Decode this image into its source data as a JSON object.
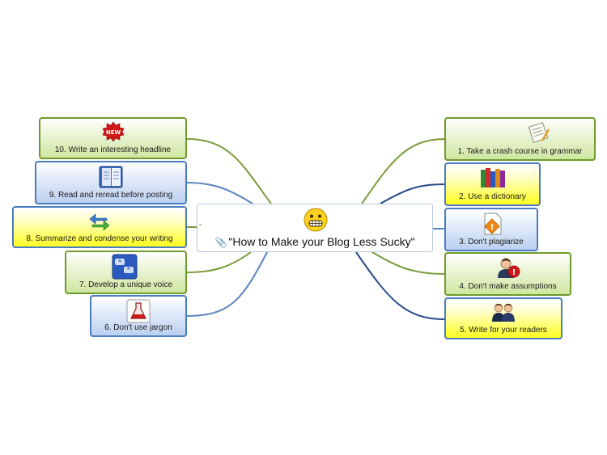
{
  "central": {
    "title": "\"How to Make your Blog Less Sucky\"",
    "icon": "grinning-face-icon",
    "attachment_icon": "paperclip-icon",
    "collapse_marker": "-"
  },
  "topics": [
    {
      "label": "1. Take a crash course in grammar",
      "icon": "notepad-icon",
      "color": "green"
    },
    {
      "label": "2. Use a dictionary",
      "icon": "books-icon",
      "color": "yellow"
    },
    {
      "label": "3. Don't plagiarize",
      "icon": "warning-document-icon",
      "color": "blue"
    },
    {
      "label": "4. Don't make assumptions",
      "icon": "user-alert-icon",
      "color": "green"
    },
    {
      "label": "5. Write for your readers",
      "icon": "users-icon",
      "color": "yellow"
    },
    {
      "label": "6. Don't use jargon",
      "icon": "flask-icon",
      "color": "blue"
    },
    {
      "label": "7. Develop a unique voice",
      "icon": "speech-bubbles-icon",
      "color": "green"
    },
    {
      "label": "8. Summarize and condense your writing",
      "icon": "refresh-arrows-icon",
      "color": "yellow"
    },
    {
      "label": "9. Read and reread before posting",
      "icon": "book-icon",
      "color": "blue"
    },
    {
      "label": "10. Write an interesting headline",
      "icon": "new-badge-icon",
      "color": "green"
    }
  ],
  "colors": {
    "green_border": "#6f9a2c",
    "blue_border": "#4a7cc0",
    "yellow_fill": "#ffff20",
    "green_connector": "#7a9a3a",
    "blue_connector": "#5a86c0",
    "navy_connector": "#2a4a8a"
  }
}
